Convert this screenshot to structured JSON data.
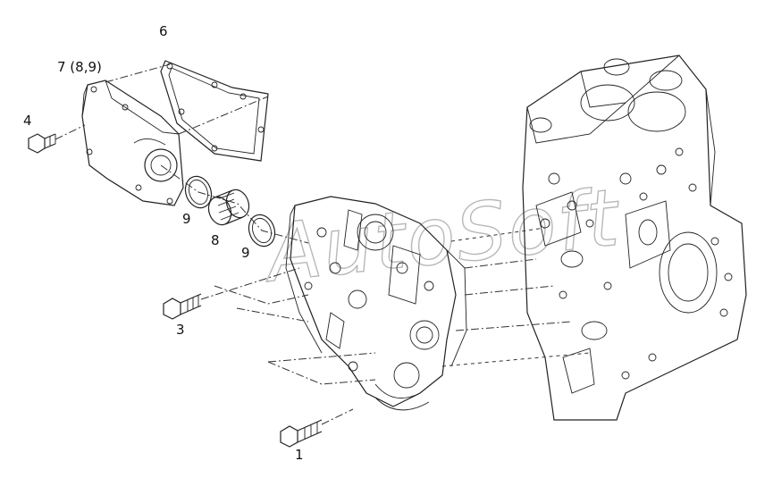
{
  "callouts": [
    {
      "id": "1",
      "text": "1"
    },
    {
      "id": "3",
      "text": "3"
    },
    {
      "id": "4",
      "text": "4"
    },
    {
      "id": "6",
      "text": "6"
    },
    {
      "id": "7",
      "text": "7 (8,9)"
    },
    {
      "id": "8",
      "text": "8"
    },
    {
      "id": "9a",
      "text": "9"
    },
    {
      "id": "9b",
      "text": "9"
    }
  ],
  "watermark": {
    "text": "AutoSoft"
  }
}
